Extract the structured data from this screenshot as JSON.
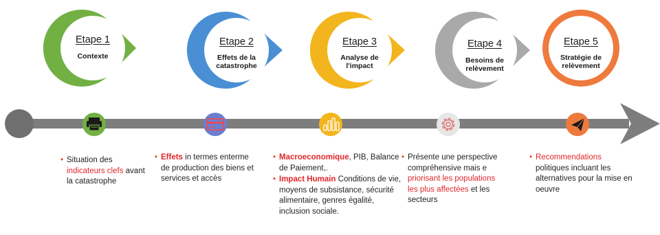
{
  "colors": {
    "step1": "#72b043",
    "step2": "#4a8fd4",
    "step3": "#f3b51d",
    "step4": "#a9a9a9",
    "step5": "#ee7a3e",
    "timeline": "#7d7d7d",
    "highlight": "#e0262a"
  },
  "steps": [
    {
      "title": "Etape 1",
      "subtitle": [
        "Contexte"
      ],
      "icon": "printer-icon",
      "description": [
        {
          "bullet": "•",
          "parts": [
            "Situation des ",
            "indicateurs clefs",
            " avant la catastrophe"
          ]
        }
      ]
    },
    {
      "title": "Etape 2",
      "subtitle": [
        "Effets de la",
        "catastrophe"
      ],
      "icon": "credit-card-icon",
      "description": [
        {
          "bullet": "•",
          "parts": [
            "Effets",
            " in termes enterme de production des biens et services et accès"
          ]
        }
      ]
    },
    {
      "title": "Etape 3",
      "subtitle": [
        "Analyse de",
        "l'impact"
      ],
      "icon": "bar-chart-icon",
      "description": [
        {
          "bullet": "•",
          "parts": [
            "Macroeconomique",
            ", PIB, Balance de Paiement,."
          ]
        },
        {
          "bullet": "•",
          "parts": [
            "Impact Humain",
            " Conditions de vie, moyens de subsistance, sécurité alimentaire, genres égalité, inclusion sociale."
          ]
        }
      ]
    },
    {
      "title": "Etape 4",
      "subtitle": [
        "Besoins de",
        "relèvement"
      ],
      "icon": "gear-icon",
      "description": [
        {
          "bullet": "•",
          "parts": [
            "Présente une perspective compréhensive mais e ",
            "priorisant les populations les plus affectées",
            " et les secteurs"
          ]
        }
      ]
    },
    {
      "title": "Etape 5",
      "subtitle": [
        "Stratégie de",
        "relèvement"
      ],
      "icon": "paper-plane-icon",
      "description": [
        {
          "bullet": "•",
          "parts": [
            "R",
            "ecommendations",
            " politiques incluant les alternatives pour la mise en oeuvre"
          ]
        }
      ]
    }
  ]
}
